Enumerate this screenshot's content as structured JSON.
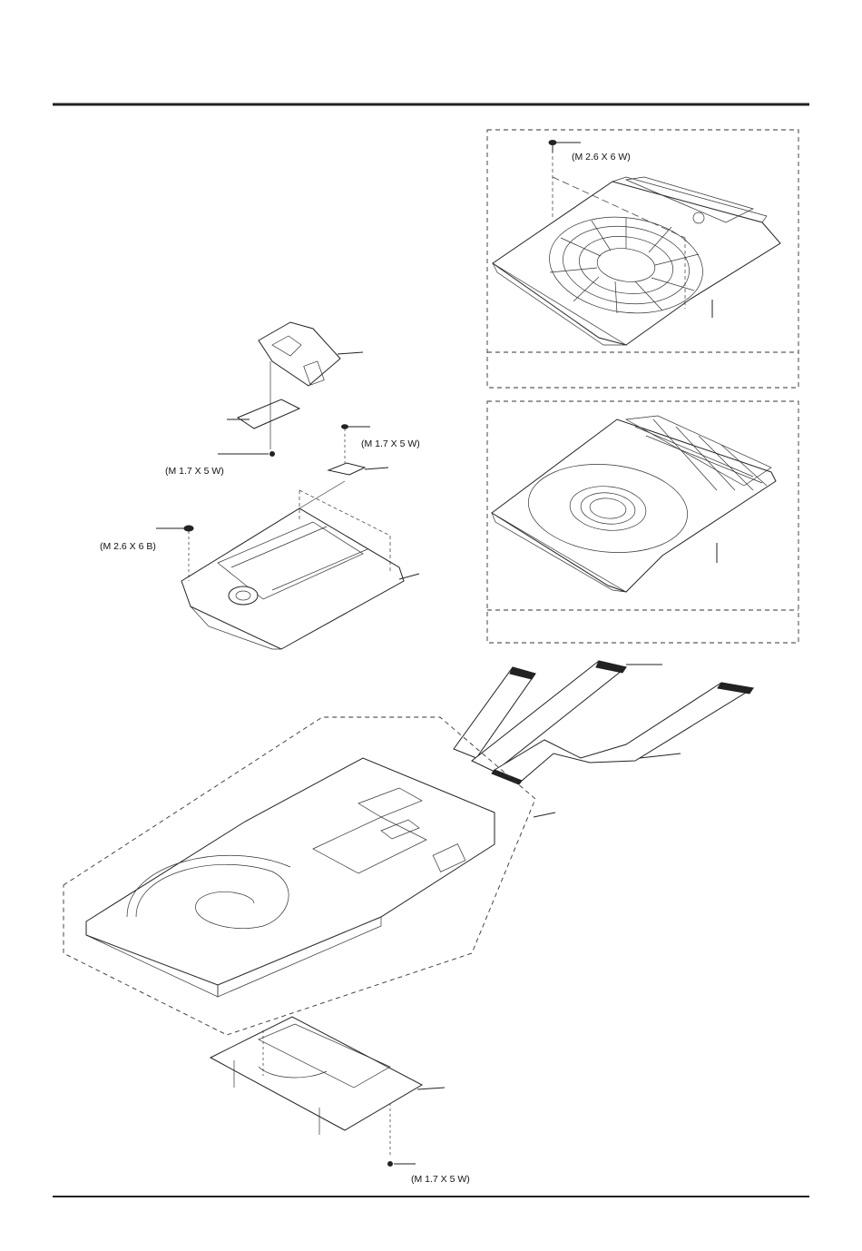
{
  "colors": {
    "ink": "#222222",
    "paper": "#ffffff"
  },
  "labels": {
    "screw_tray_top": "(M 2.6 X 6 W)",
    "screw_pickup_left": "(M 1.7 X 5 W)",
    "screw_pickup_right": "(M 1.7 X 5 W)",
    "screw_deck_left": "(M 2.6 X 6 B)",
    "screw_bottom_plate": "(M 1.7 X 5 W)"
  },
  "icons": {
    "screw": "screw-icon",
    "connector": "flat-cable-connector-icon"
  }
}
